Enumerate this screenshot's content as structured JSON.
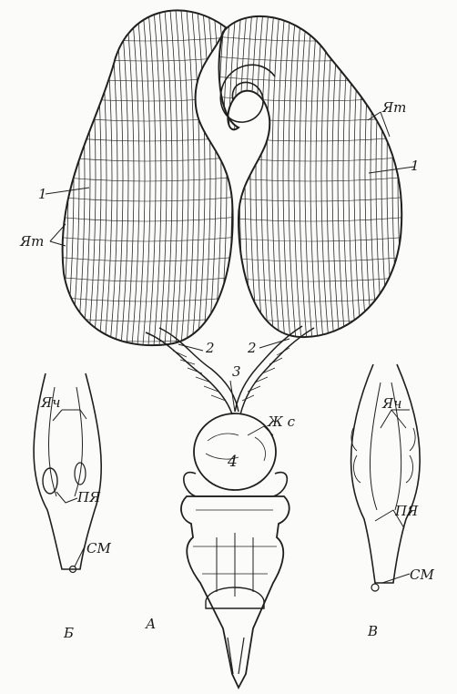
{
  "figure": {
    "labels": {
      "ovarian_tubes": "Яm",
      "number_1": "1",
      "number_2": "2",
      "number_3": "3",
      "number_4": "4",
      "accessory_glands": "Ж с",
      "egg_cells": "Яч",
      "mature_egg": "ПЯ",
      "sperm_mass": "СМ",
      "panel_a": "А",
      "panel_b": "Б",
      "panel_v": "В"
    },
    "colors": {
      "ink": "#1f1f1f",
      "paper": "#fbfbf9"
    }
  }
}
